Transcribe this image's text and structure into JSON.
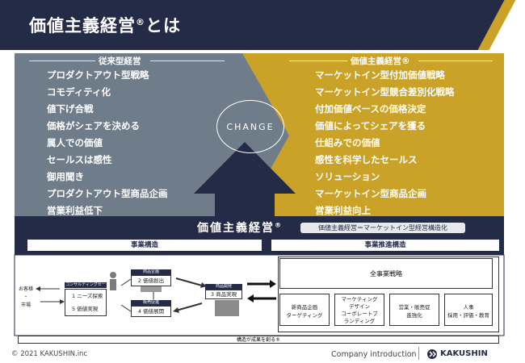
{
  "header": {
    "title": "価値主義経営",
    "title_mark": "®",
    "title_suffix": "とは"
  },
  "compare": {
    "left_heading": "従来型経営",
    "right_heading": "価値主義経営®",
    "left_items": [
      "プロダクトアウト型戦略",
      "コモディティ化",
      "値下げ合戦",
      "価格がシェアを決める",
      "属人での価値",
      "セールスは感性",
      "御用聞き",
      "プロダクトアウト型商品企画",
      "営業利益低下"
    ],
    "right_items": [
      "マーケットイン型付加価値戦略",
      "マーケットイン型競合差別化戦略",
      "付加価値ベースの価格決定",
      "価値によってシェアを獲る",
      "仕組みでの価値",
      "感性を科学したセールス",
      "ソリューション",
      "マーケットイン型商品企画",
      "営業利益向上"
    ],
    "center_label": "CHANGE"
  },
  "banner": {
    "title": "価値主義経営",
    "mark": "®",
    "subtitle": "価値主義経営＝マーケットイン型経営構造化"
  },
  "sections": {
    "left": "事業構造",
    "right": "事業推進構造"
  },
  "flow": {
    "customer_line1": "お客様",
    "customer_line2": "・",
    "customer_line3": "市場",
    "consult_label": "コンサルティングセールス",
    "consult_step1": "1 ニーズ探索",
    "consult_step5": "5 価値実現",
    "plan_label": "商品企画",
    "plan_step": "2 価値創出",
    "promo_label": "販売促進",
    "promo_step": "4 価値展開",
    "prod_label": "商品開発",
    "prod_step": "3 商品実現",
    "bottom_bar": "構造が成果を創る®"
  },
  "strategy": {
    "main": "全事業戦略",
    "boxes": [
      "新商品企画\nターゲティング",
      "マーケティング\nデザイン\nコーポレートブ\nランディング",
      "営業・販売促\n進強化",
      "人事\n採用・評価・教育"
    ]
  },
  "footer": {
    "copyright": "© 2021 KAKUSHIN.inc",
    "intro": "Company introduction",
    "logo_text": "KAKUSHIN"
  },
  "colors": {
    "navy": "#232b47",
    "gold": "#c9a227",
    "slate": "#6f7d8a"
  }
}
